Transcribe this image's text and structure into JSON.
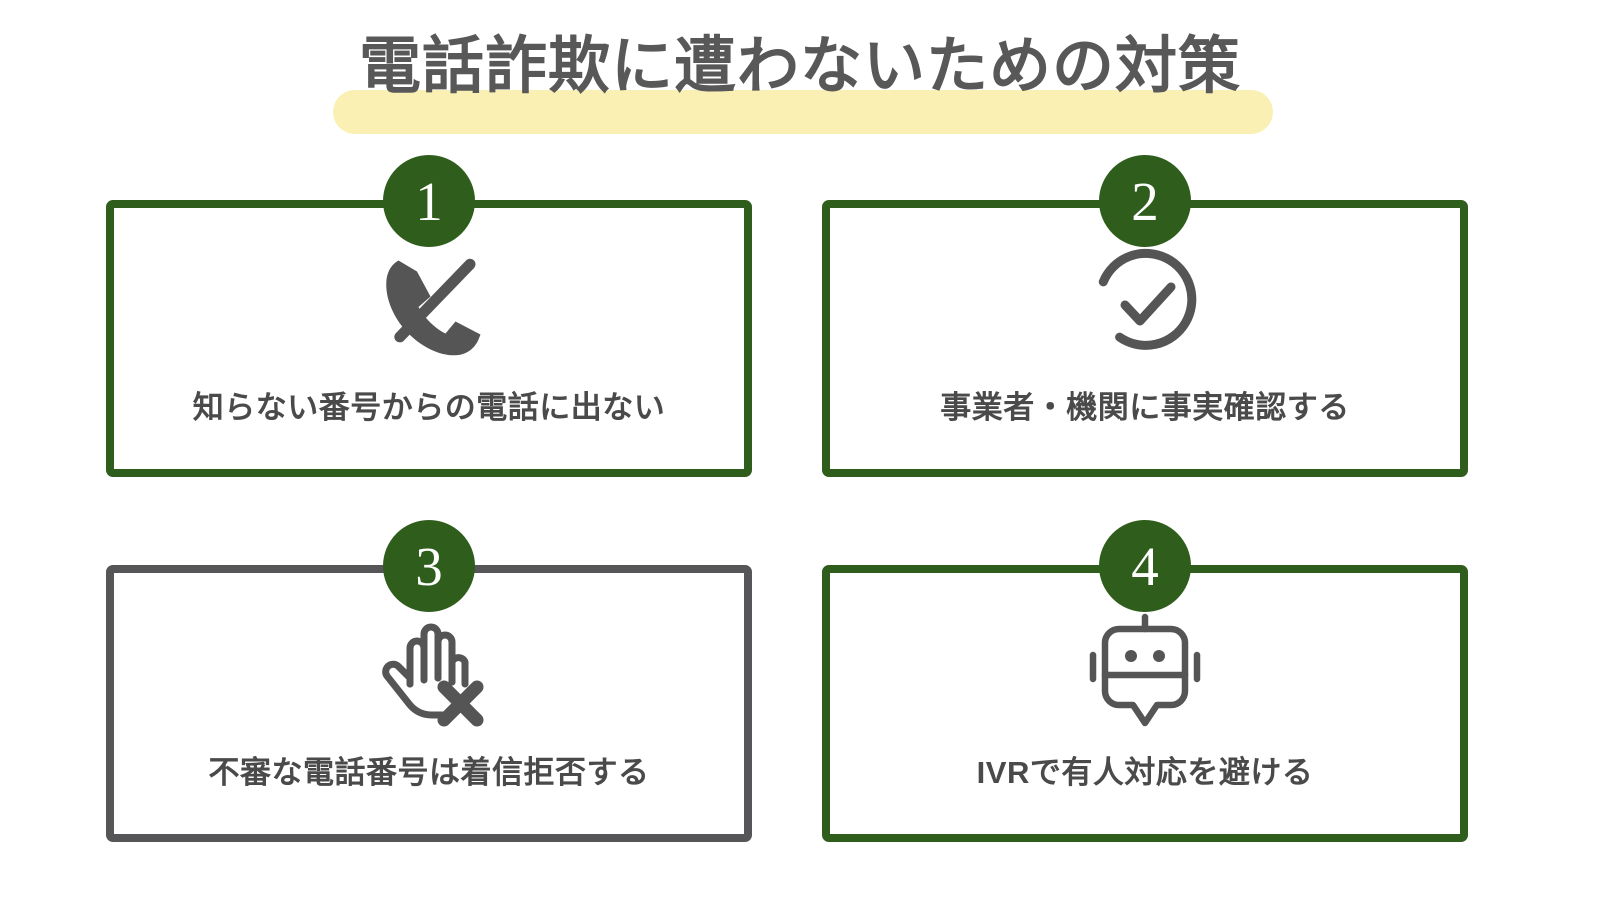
{
  "title": {
    "text": "電話詐欺に遭わないための対策",
    "text_color": "#585858",
    "highlight_color": "#faf0b4"
  },
  "theme": {
    "green": "#2f5d1c",
    "gray": "#565658",
    "icon_gray": "#555555",
    "label_color": "#4a4a4a",
    "background": "#ffffff"
  },
  "cards": [
    {
      "number": "1",
      "label": "知らない番号からの電話に出ない",
      "icon": "phone-off-icon",
      "border_color": "#2f5d1c"
    },
    {
      "number": "2",
      "label": "事業者・機関に事実確認する",
      "icon": "check-circle-icon",
      "border_color": "#2f5d1c"
    },
    {
      "number": "3",
      "label": "不審な電話番号は着信拒否する",
      "icon": "hand-block-x-icon",
      "border_color": "#565658"
    },
    {
      "number": "4",
      "label": "IVRで有人対応を避ける",
      "icon": "chatbot-icon",
      "border_color": "#2f5d1c"
    }
  ]
}
